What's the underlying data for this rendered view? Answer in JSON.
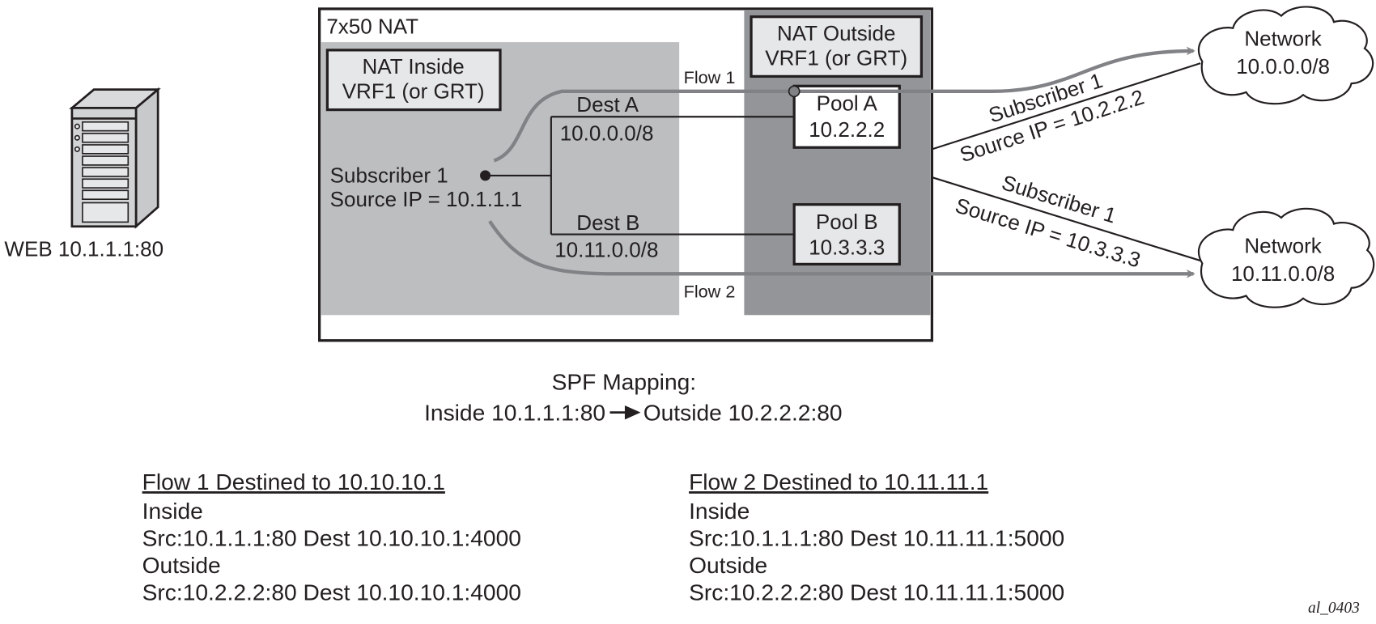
{
  "server": {
    "label": "WEB 10.1.1.1:80"
  },
  "nat_box": {
    "title": "7x50 NAT"
  },
  "inside_vrf": {
    "line1": "NAT Inside",
    "line2": "VRF1 (or GRT)"
  },
  "outside_vrf": {
    "line1": "NAT Outside",
    "line2": "VRF1 (or GRT)"
  },
  "subscriber": {
    "line1": "Subscriber 1",
    "line2": "Source IP = 10.1.1.1"
  },
  "dest_a": {
    "label": "Dest A",
    "prefix": "10.0.0.0/8"
  },
  "dest_b": {
    "label": "Dest B",
    "prefix": "10.11.0.0/8"
  },
  "pool_a": {
    "name": "Pool A",
    "ip": "10.2.2.2"
  },
  "pool_b": {
    "name": "Pool B",
    "ip": "10.3.3.3"
  },
  "flows": {
    "flow1": "Flow 1",
    "flow2": "Flow 2"
  },
  "links": {
    "a_line1": "Subscriber 1",
    "a_line2": "Source IP = 10.2.2.2",
    "b_line1": "Subscriber 1",
    "b_line2": "Source IP = 10.3.3.3"
  },
  "networks": [
    {
      "line1": "Network",
      "line2": "10.0.0.0/8"
    },
    {
      "line1": "Network",
      "line2": "10.11.0.0/8"
    }
  ],
  "spf": {
    "title": "SPF Mapping:",
    "inside": "Inside 10.1.1.1:80",
    "outside": "Outside 10.2.2.2:80"
  },
  "flow1_detail": {
    "heading": "Flow 1 Destined to 10.10.10.1",
    "inside_label": "Inside",
    "inside": "Src:10.1.1.1:80 Dest 10.10.10.1:4000",
    "outside_label": "Outside",
    "outside": "Src:10.2.2.2:80 Dest 10.10.10.1:4000"
  },
  "flow2_detail": {
    "heading": "Flow 2 Destined to 10.11.11.1",
    "inside_label": "Inside",
    "inside": "Src:10.1.1.1:80 Dest 10.11.11.1:5000",
    "outside_label": "Outside",
    "outside": "Src:10.2.2.2:80 Dest 10.11.11.1:5000"
  },
  "figure_id": "al_0403",
  "colors": {
    "inside_bg": "#bcbec0",
    "outside_bg": "#939598",
    "flow_arrow": "#808285",
    "box_fill": "#e6e7e8"
  }
}
